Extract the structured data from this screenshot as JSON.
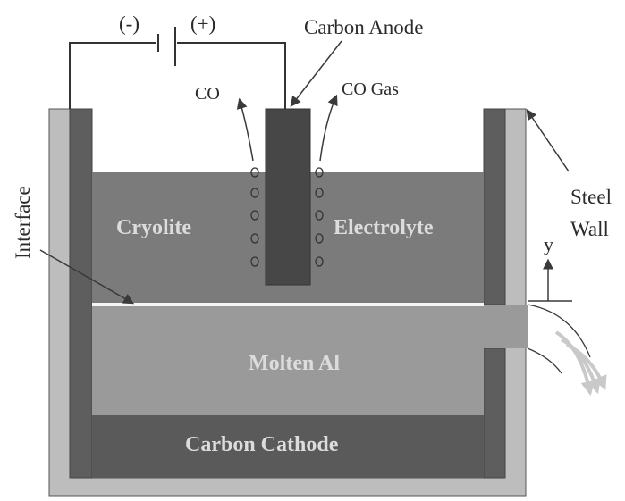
{
  "polarity": {
    "negative": "(-)",
    "positive": "(+)"
  },
  "labels": {
    "carbon_anode": "Carbon Anode",
    "co_left": "CO",
    "co_gas": "CO Gas",
    "cryolite": "Cryolite",
    "electrolyte": "Electrolyte",
    "interface": "Interface",
    "steel": "Steel",
    "wall": "Wall",
    "y_axis": "y",
    "molten_al": "Molten Al",
    "carbon_cathode": "Carbon Cathode"
  },
  "colors": {
    "steel_wall": "#bdbdbd",
    "side_lining": "#5e5e5e",
    "electrolyte": "#7b7b7b",
    "anode": "#474747",
    "molten_al": "#9a9a9a",
    "cathode": "#5a5a5a",
    "interface_line": "#f5f5f5",
    "flow_arrows": "#c9c9c9"
  }
}
